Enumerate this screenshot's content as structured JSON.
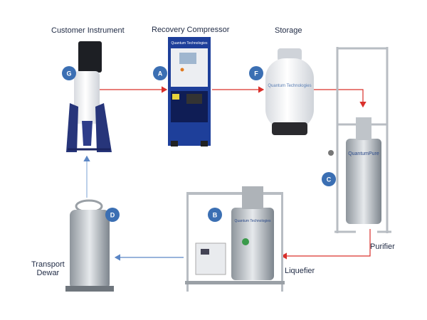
{
  "labels": {
    "customer_instrument": "Customer Instrument",
    "recovery_compressor": "Recovery Compressor",
    "storage": "Storage",
    "purifier": "Purifier",
    "liquefier": "Liquefier",
    "transport_dewar_line1": "Transport",
    "transport_dewar_line2": "Dewar"
  },
  "badges": {
    "g": "G",
    "a": "A",
    "f": "F",
    "c": "C",
    "b": "B",
    "d": "D"
  },
  "equipment_text": {
    "compressor_brand": "Quantum Technologies",
    "storage_brand": "Quantum Technologies",
    "purifier_brand": "QuantumPure",
    "liquefier_brand": "Quantum Technologies"
  },
  "colors": {
    "badge": "#3b6fb3",
    "flow_red": "#d9302b",
    "flow_blue": "#5b86c5",
    "compressor": "#1e3f9a"
  }
}
